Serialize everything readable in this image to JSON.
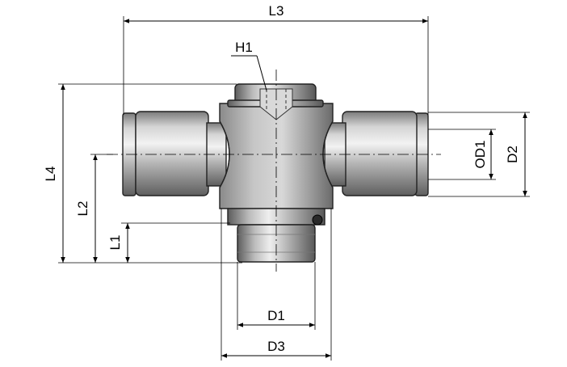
{
  "diagram": {
    "labels": {
      "L3": "L3",
      "H1": "H1",
      "L4": "L4",
      "L2": "L2",
      "L1": "L1",
      "OD1": "OD1",
      "D2": "D2",
      "D1": "D1",
      "D3": "D3"
    },
    "colors": {
      "body_dark": "#6e6e6e",
      "body_mid": "#a8a8a8",
      "body_light": "#e6e6e6",
      "outline": "#222222",
      "dimension": "#000000"
    }
  }
}
